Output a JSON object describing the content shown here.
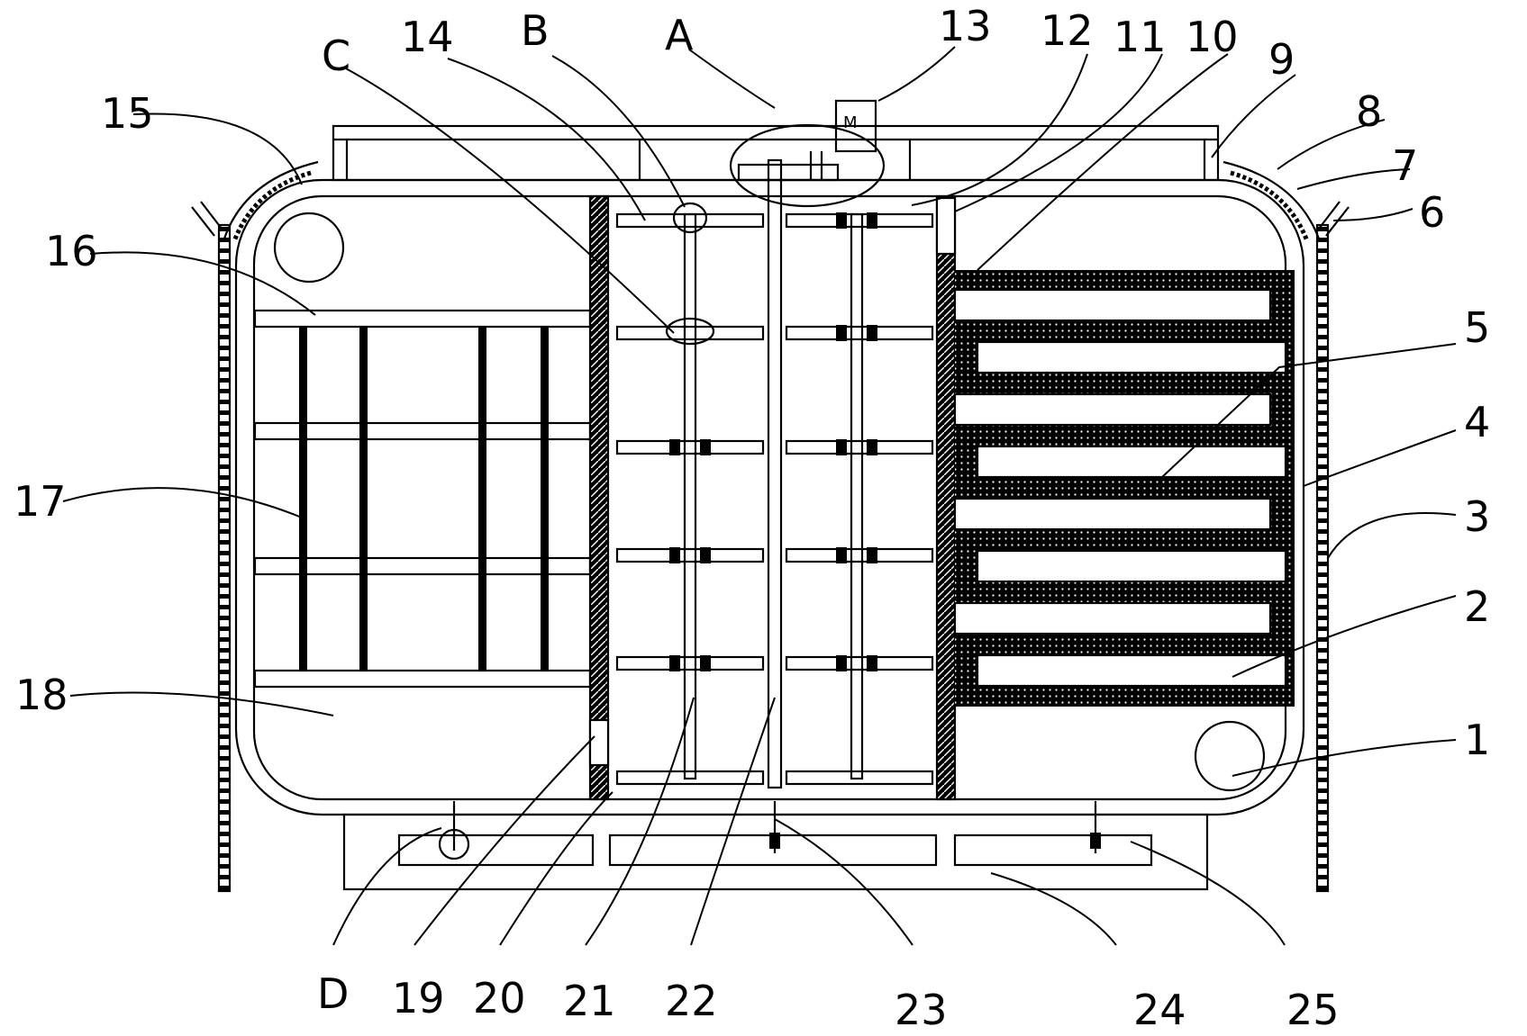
{
  "labels": {
    "n1": "1",
    "n2": "2",
    "n3": "3",
    "n4": "4",
    "n5": "5",
    "n6": "6",
    "n7": "7",
    "n8": "8",
    "n9": "9",
    "n10": "10",
    "n11": "11",
    "n12": "12",
    "n13": "13",
    "n14": "14",
    "n15": "15",
    "n16": "16",
    "n17": "17",
    "n18": "18",
    "n19": "19",
    "n20": "20",
    "n21": "21",
    "n22": "22",
    "n23": "23",
    "n24": "24",
    "n25": "25",
    "A": "A",
    "B": "B",
    "C": "C",
    "D": "D"
  },
  "motor_mark": "M",
  "colors": {
    "line": "#000000",
    "background": "#ffffff",
    "hatch": "#000000"
  }
}
